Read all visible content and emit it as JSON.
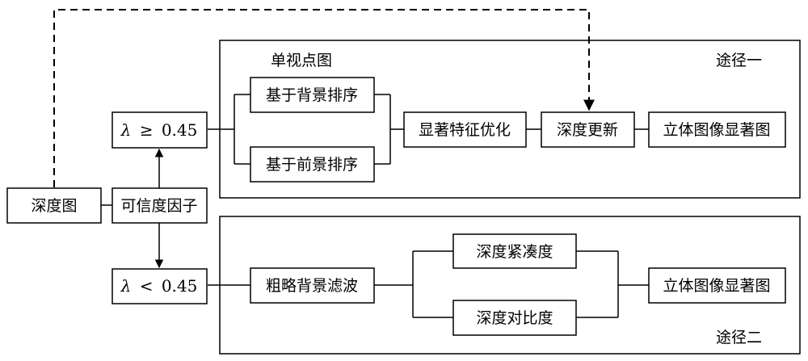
{
  "path_one": {
    "title": "途径一",
    "sub_title": "单视点图",
    "condition": {
      "symbol": "λ",
      "operator": "≥",
      "value": "0.45"
    },
    "sort_background": "基于背景排序",
    "sort_foreground": "基于前景排序",
    "feature_opt": "显著特征优化",
    "depth_update": "深度更新",
    "output": "立体图像显著图"
  },
  "path_two": {
    "title": "途径二",
    "condition": {
      "symbol": "λ",
      "operator": "<",
      "value": "0.45"
    },
    "coarse_filter": "粗略背景滤波",
    "compactness": "深度紧凑度",
    "contrast": "深度对比度",
    "output": "立体图像显著图"
  },
  "inputs": {
    "depth_map": "深度图",
    "confidence": "可信度因子"
  }
}
